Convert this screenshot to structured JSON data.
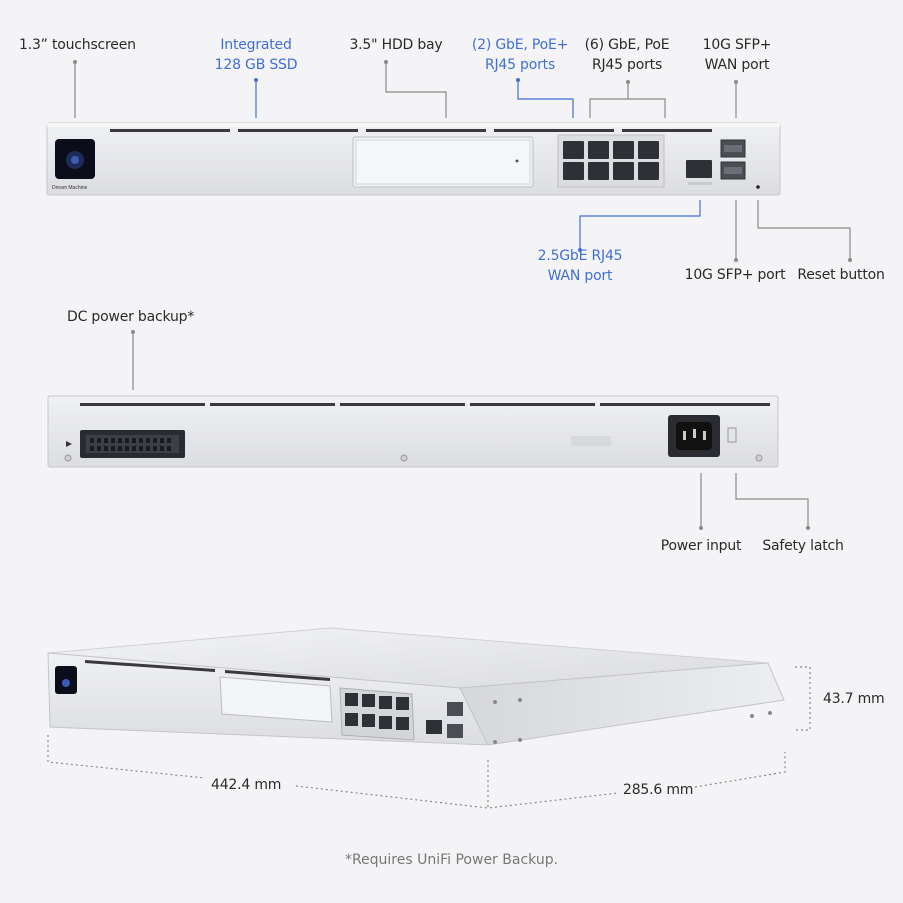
{
  "labels": {
    "touchscreen": "1.3” touchscreen",
    "ssd_line1": "Integrated",
    "ssd_line2": "128 GB SSD",
    "hdd": "3.5\" HDD bay",
    "poe_line1": "(2) GbE, PoE+",
    "poe_line2": "RJ45 ports",
    "gbe_line1": "(6) GbE, PoE",
    "gbe_line2": "RJ45 ports",
    "sfp_wan_line1": "10G SFP+",
    "sfp_wan_line2": "WAN port",
    "rj45_wan_line1": "2.5GbE RJ45",
    "rj45_wan_line2": "WAN port",
    "sfp_port": "10G SFP+ port",
    "reset": "Reset button",
    "dc_power": "DC power backup*",
    "power_input": "Power input",
    "safety_latch": "Safety latch",
    "height": "43.7 mm",
    "width": "442.4 mm",
    "depth": "285.6 mm"
  },
  "device_text": {
    "brand_line": "Dream Machine"
  },
  "footnote": "*Requires UniFi Power Backup.",
  "colors": {
    "accent_blue": "#3f6fd8",
    "device_body": "#e6e7ea",
    "leader_gray": "#8a8a8a"
  }
}
